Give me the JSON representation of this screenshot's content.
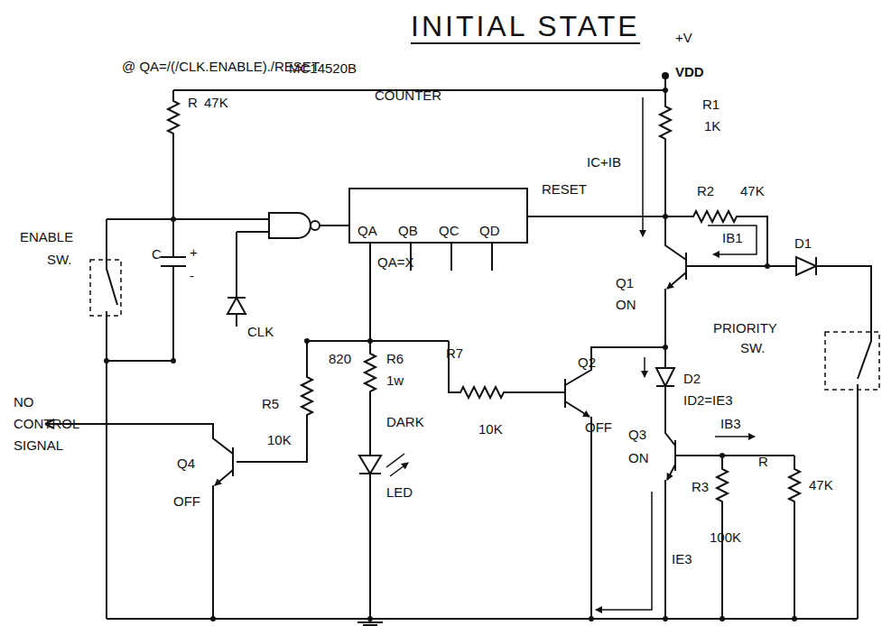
{
  "diagram": {
    "title": "INITIAL STATE",
    "nodes": [
      {
        "text": [
          "MC14520B",
          "COUNTER",
          "QA",
          "QB",
          "QC",
          "QD"
        ]
      }
    ],
    "labels": [
      "@ QA=/(/CLK.ENABLE)./RESET",
      "+V",
      "VDD",
      "R",
      "47K",
      "IC+IB",
      "R1",
      "1K",
      "RESET",
      "R2",
      "47K",
      "IB1",
      "D1",
      "ENABLE",
      "SW.",
      "C",
      "+",
      "-",
      "CLK",
      "QA=X",
      "Q1",
      "ON",
      "PRIORITY",
      "SW.",
      "R7",
      "820",
      "R6",
      "1w",
      "DARK",
      "10K",
      "Q2",
      "OFF",
      "D2",
      "ID2=IE3",
      "IB3",
      "Q3",
      "ON",
      "NO",
      "CONTROL",
      "SIGNAL",
      "R5",
      "10K",
      "LED",
      "Q4",
      "OFF",
      "R3",
      "R",
      "47K",
      "100K",
      "IE3"
    ]
  }
}
